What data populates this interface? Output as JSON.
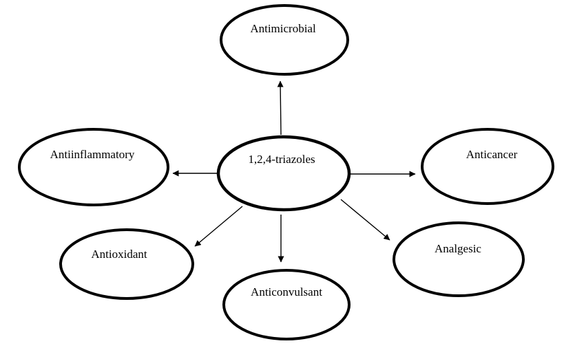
{
  "diagram": {
    "center_node": {
      "id": "triazoles",
      "label": "1,2,4-triazoles"
    },
    "nodes": [
      {
        "id": "antimicrobial",
        "label": "Antimicrobial",
        "position": "top"
      },
      {
        "id": "antiinflammatory",
        "label": "Antiinflammatory",
        "position": "left"
      },
      {
        "id": "anticancer",
        "label": "Anticancer",
        "position": "right"
      },
      {
        "id": "antioxidant",
        "label": "Antioxidant",
        "position": "bottom-left"
      },
      {
        "id": "anticonvulsant",
        "label": "Anticonvulsant",
        "position": "bottom"
      },
      {
        "id": "analgesic",
        "label": "Analgesic",
        "position": "bottom-right"
      }
    ],
    "edges": [
      {
        "from": "triazoles",
        "to": "antimicrobial"
      },
      {
        "from": "triazoles",
        "to": "antiinflammatory"
      },
      {
        "from": "triazoles",
        "to": "anticancer"
      },
      {
        "from": "triazoles",
        "to": "antioxidant"
      },
      {
        "from": "triazoles",
        "to": "anticonvulsant"
      },
      {
        "from": "triazoles",
        "to": "analgesic"
      }
    ],
    "colors": {
      "stroke": "#000000",
      "text": "#000000",
      "background": "#ffffff"
    }
  }
}
